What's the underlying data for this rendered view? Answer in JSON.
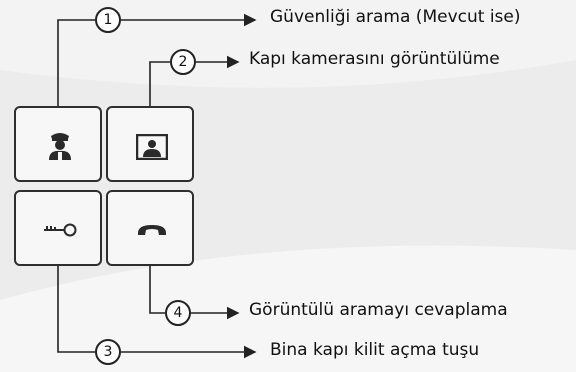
{
  "callouts": [
    {
      "number": "1",
      "label": "Güvenliği arama (Mevcut ise)"
    },
    {
      "number": "2",
      "label": "Kapı kamerasını görüntülüme"
    },
    {
      "number": "3",
      "label": "Bina kapı kilit açma tuşu"
    },
    {
      "number": "4",
      "label": "Görüntülü aramayı cevaplama"
    }
  ],
  "buttons": [
    {
      "id": "security",
      "icon": "security-guard-icon"
    },
    {
      "id": "camera",
      "icon": "door-camera-icon"
    },
    {
      "id": "door-unlock",
      "icon": "key-icon"
    },
    {
      "id": "answer",
      "icon": "phone-handset-icon"
    }
  ],
  "colors": {
    "line": "#222222",
    "button_border": "#2e2e2e",
    "background": "#ececec"
  }
}
